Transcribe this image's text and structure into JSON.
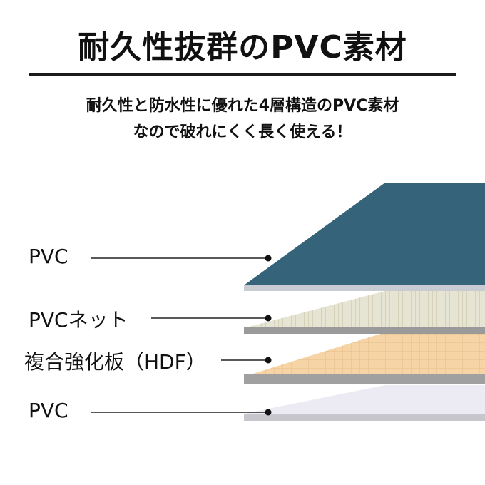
{
  "title": "耐久性抜群のPVC素材",
  "subtitle": {
    "line1": "耐久性と防水性に優れた4層構造のPVC素材",
    "line2": "なので破れにくく長く使える！"
  },
  "layers": [
    {
      "label": "PVC",
      "color": "#35637a",
      "edge": "#c8ccd2"
    },
    {
      "label": "PVCネット",
      "color": "#e6e4d2",
      "edge": "#9a9a9a"
    },
    {
      "label": "複合強化板（HDF）",
      "color": "#f6d4a6",
      "edge": "#a0a0a0"
    },
    {
      "label": "PVC",
      "color": "#ecebf3",
      "edge": "#c6c6cc"
    }
  ]
}
